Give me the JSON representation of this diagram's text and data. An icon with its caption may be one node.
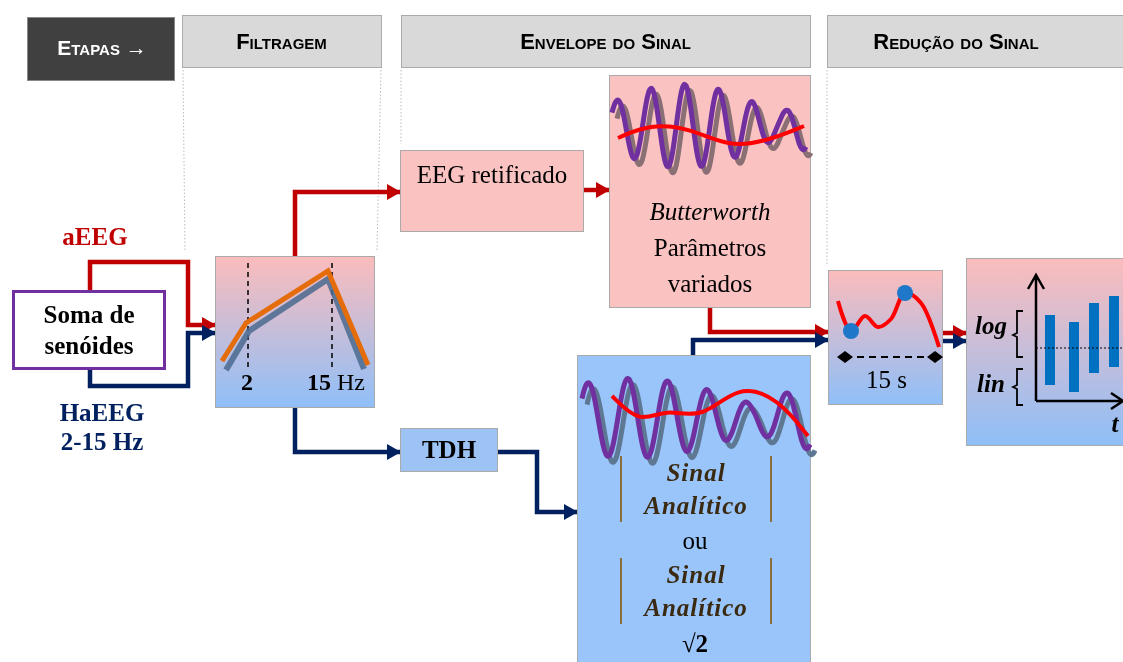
{
  "diagram": {
    "nodes": [
      {
        "text": [
          "Etapas →"
        ]
      },
      {
        "text": [
          "Filtragem"
        ]
      },
      {
        "text": [
          "Envelope do Sinal"
        ]
      },
      {
        "text": [
          "Redução do Sinal"
        ]
      },
      {
        "text": [
          "Soma de senóides"
        ]
      },
      {
        "text": [
          "2",
          "**15** Hz"
        ]
      },
      {
        "text": [
          "EEG retificado"
        ]
      },
      {
        "text": [
          "*Butterworth* Parâmetros variados"
        ]
      },
      {
        "text": [
          "TDH"
        ]
      },
      {
        "text": [
          "Sinal Analítico",
          "ou",
          "Sinal Analítico",
          "√2"
        ]
      },
      {
        "text": [
          "15 s"
        ]
      },
      {
        "text": [
          "log",
          "lin",
          "t"
        ]
      }
    ],
    "edges": [
      {
        "from": 4,
        "to": 5,
        "arrow": "to",
        "label": "aEEG",
        "color": "#c00000"
      },
      {
        "from": 4,
        "to": 5,
        "arrow": "to",
        "label": "HaEEG 2-15 Hz",
        "color": "#002060"
      },
      {
        "from": 5,
        "to": 6,
        "arrow": "to",
        "color": "#c00000"
      },
      {
        "from": 5,
        "to": 8,
        "arrow": "to",
        "color": "#002060"
      },
      {
        "from": 6,
        "to": 7,
        "arrow": "to",
        "color": "#c00000"
      },
      {
        "from": 8,
        "to": 9,
        "arrow": "to",
        "color": "#002060"
      },
      {
        "from": 7,
        "to": 10,
        "arrow": "to",
        "color": "#c00000"
      },
      {
        "from": 9,
        "to": 10,
        "arrow": "to",
        "color": "#002060"
      },
      {
        "from": 10,
        "to": 11,
        "arrow": "to",
        "color": "#c00000"
      },
      {
        "from": 10,
        "to": 11,
        "arrow": "to",
        "color": "#002060"
      }
    ]
  }
}
